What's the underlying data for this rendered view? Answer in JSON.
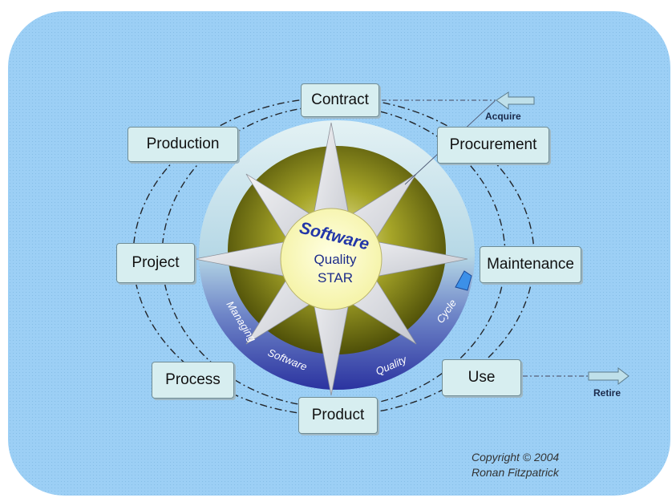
{
  "center": {
    "title": "Software",
    "line1": "Quality",
    "line2": "STAR"
  },
  "ring_words": [
    "Managing",
    "Software",
    "Quality",
    "Cycle"
  ],
  "nodes": {
    "contract": "Contract",
    "procurement": "Procurement",
    "maintenance": "Maintenance",
    "use": "Use",
    "product": "Product",
    "process": "Process",
    "project": "Project",
    "production": "Production"
  },
  "arrows": {
    "acquire": "Acquire",
    "retire": "Retire"
  },
  "copyright": {
    "line1": "Copyright © 2004",
    "line2": "Ronan Fitzpatrick"
  },
  "colors": {
    "background_panel": "#9ccff5",
    "box_fill": "#d7eef0",
    "ring_blue": "#3d46a8",
    "olive": "#8a8a10",
    "center_yellow": "#fdfcc0",
    "title_blue": "#2236a8"
  }
}
